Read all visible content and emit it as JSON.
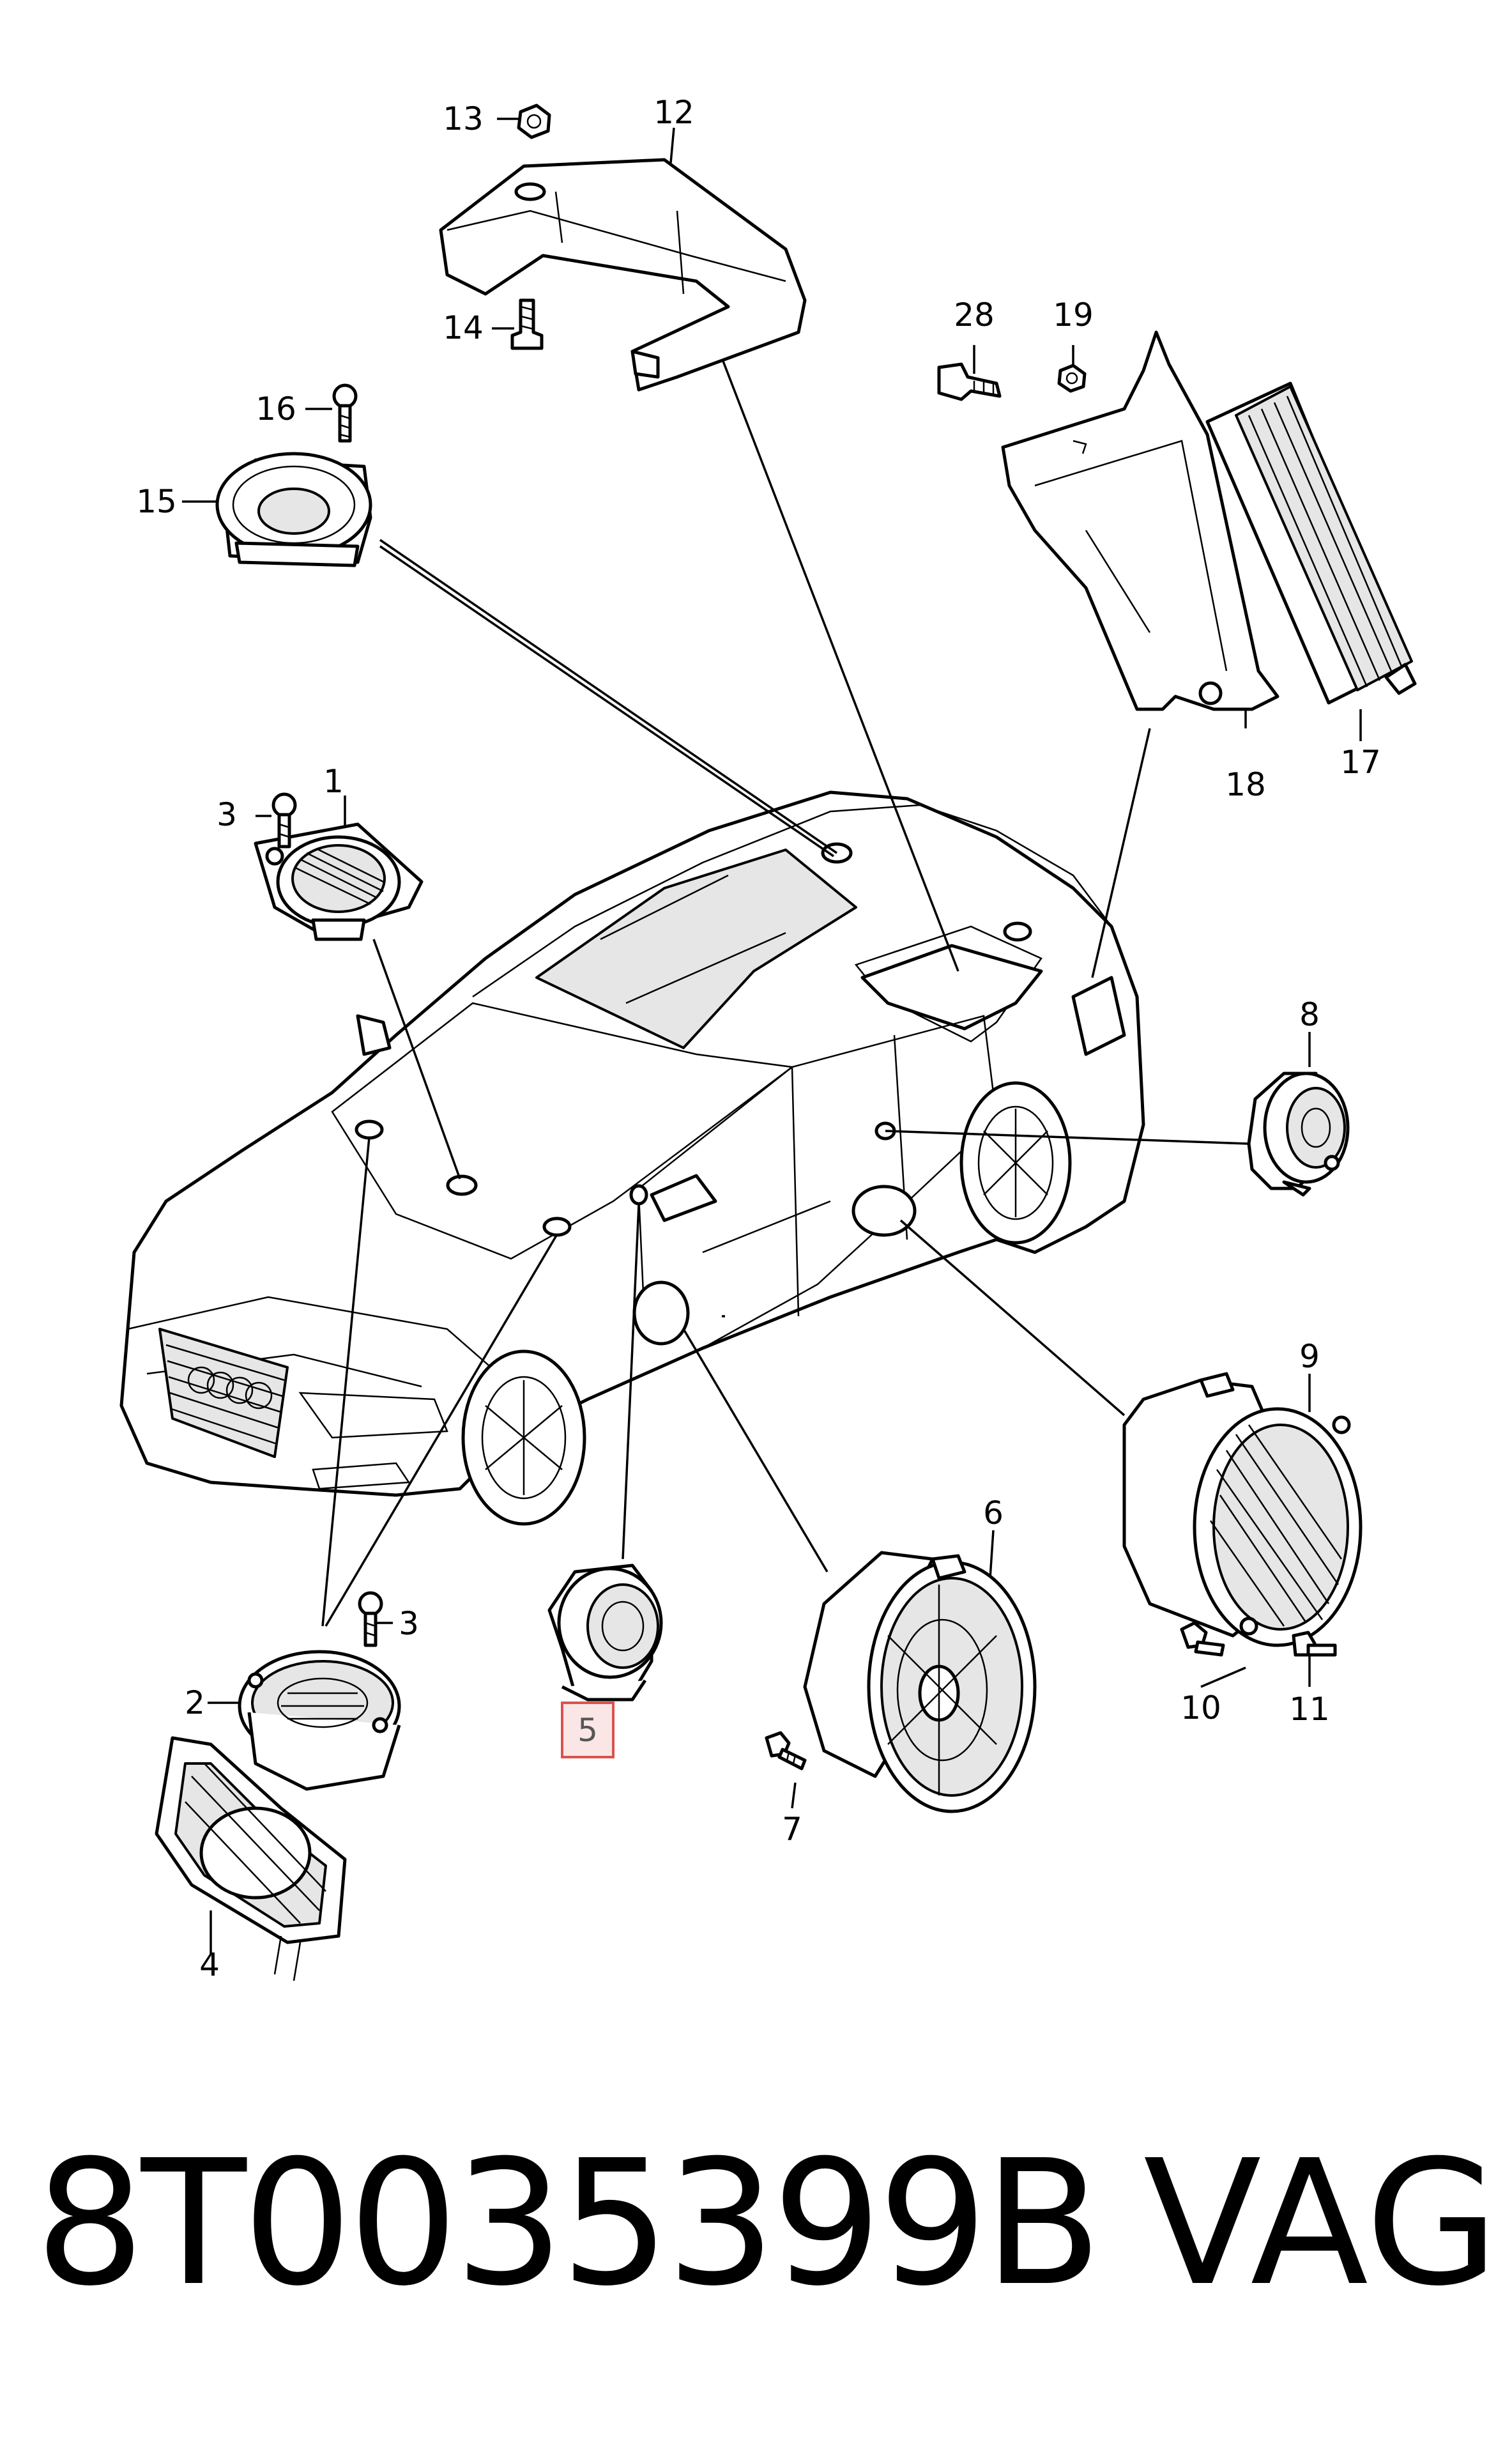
{
  "callouts": {
    "c1": "1",
    "c2": "2",
    "c3a": "3",
    "c3b": "3",
    "c4": "4",
    "c5": "5",
    "c6": "6",
    "c7": "7",
    "c8": "8",
    "c9": "9",
    "c10": "10",
    "c11": "11",
    "c12": "12",
    "c13": "13",
    "c14": "14",
    "c15": "15",
    "c16": "16",
    "c17": "17",
    "c18": "18",
    "c19": "19",
    "c28": "28"
  },
  "highlight": {
    "part": "5",
    "color": "#d9534f",
    "fill": "#fbe6e6"
  },
  "footer": {
    "part_number": "8T0035399B",
    "brand": "VAG"
  }
}
